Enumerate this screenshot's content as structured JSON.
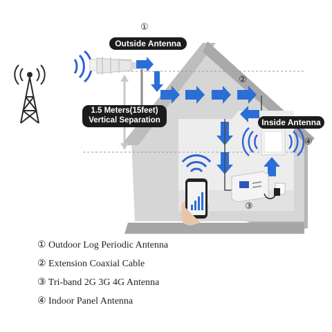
{
  "labels": {
    "outside_antenna": "Outside Antenna",
    "inside_antenna": "Inside Antenna",
    "separation_line1": "1.5 Meters(15feet)",
    "separation_line2": "Vertical Separation"
  },
  "callout_numbers": [
    "①",
    "②",
    "③",
    "④"
  ],
  "legend": [
    "① Outdoor Log Periodic Antenna",
    "② Extension Coaxial Cable",
    "③ Tri-band 2G 3G 4G Antenna",
    "④ Indoor Panel Antenna"
  ],
  "colors": {
    "signal_blue": "#2b6fd6",
    "wave_blue": "#2f63d4",
    "house_wall": "#d4d4d4",
    "house_roof": "#c2c2c2",
    "label_bg": "#1c1c1c",
    "tower": "#2a2a2a"
  },
  "icons": [
    "cell-tower-icon",
    "signal-wave-icon",
    "smartphone-icon",
    "wifi-icon",
    "power-adapter-icon"
  ]
}
